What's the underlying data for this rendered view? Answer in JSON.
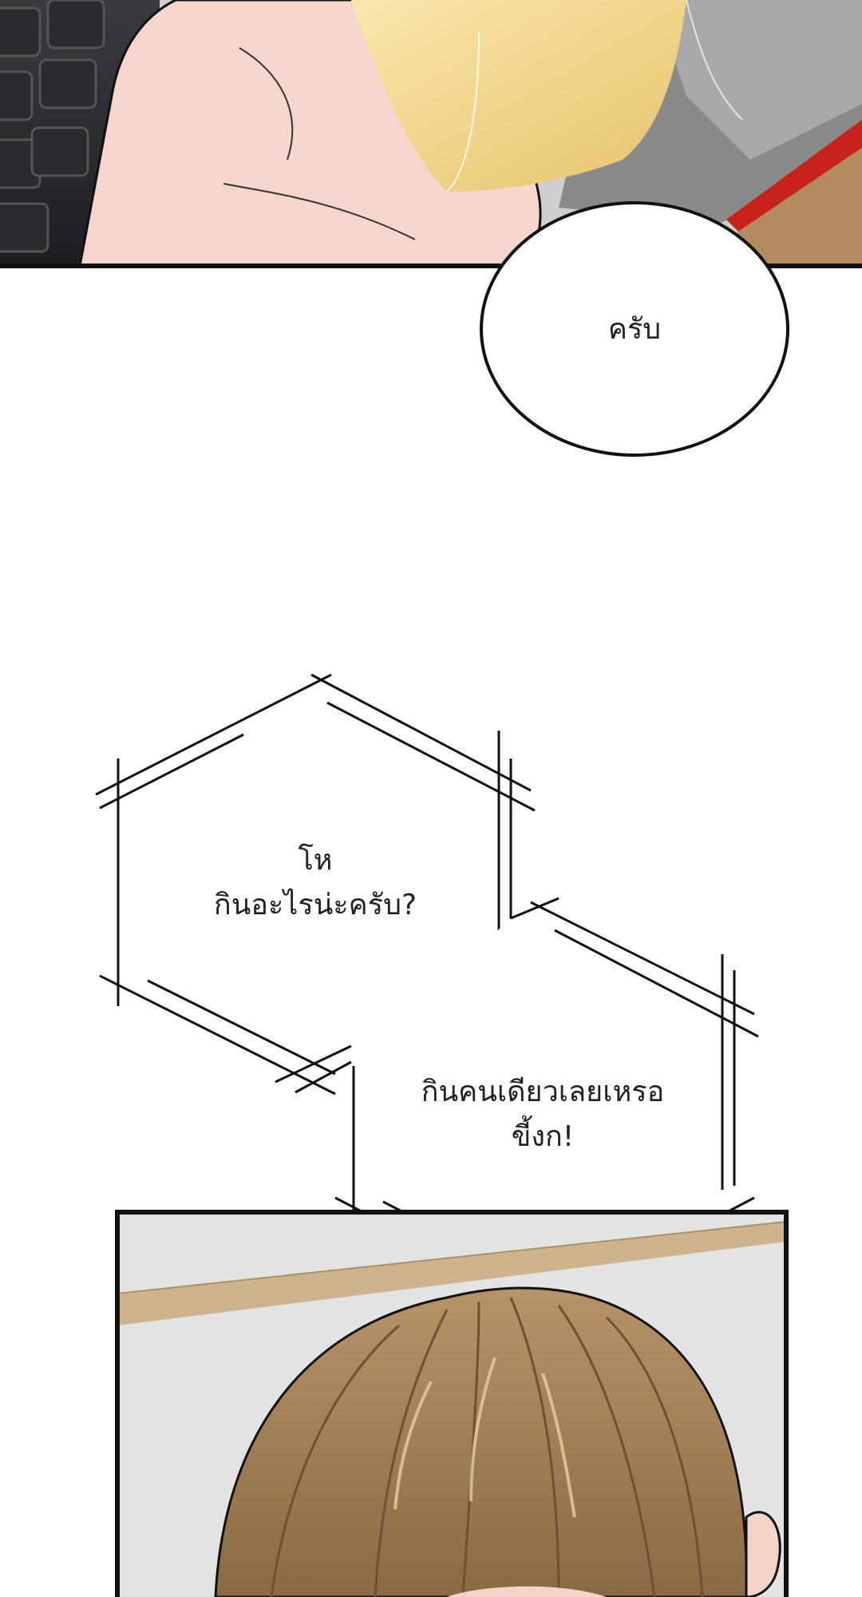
{
  "panels": {
    "top": {},
    "bottom": {}
  },
  "bubbles": {
    "round": {
      "lines": [
        "ครับ"
      ]
    },
    "hex_left": {
      "lines": [
        "โห",
        "กินอะไรน่ะครับ?"
      ]
    },
    "hex_right": {
      "lines": [
        "กินคนเดียวเลยเหรอ",
        "ขี้งก!"
      ]
    }
  },
  "colors": {
    "outline": "#111111",
    "hair": "#9a7b52",
    "hair_dark": "#6b5232",
    "skin": "#f4d3c8",
    "keyboard": "#2e2e33",
    "bag": "#f1d58a",
    "red_stripe": "#c8221a",
    "wall": "#e3e3e3",
    "shelf": "#cdb48c"
  }
}
